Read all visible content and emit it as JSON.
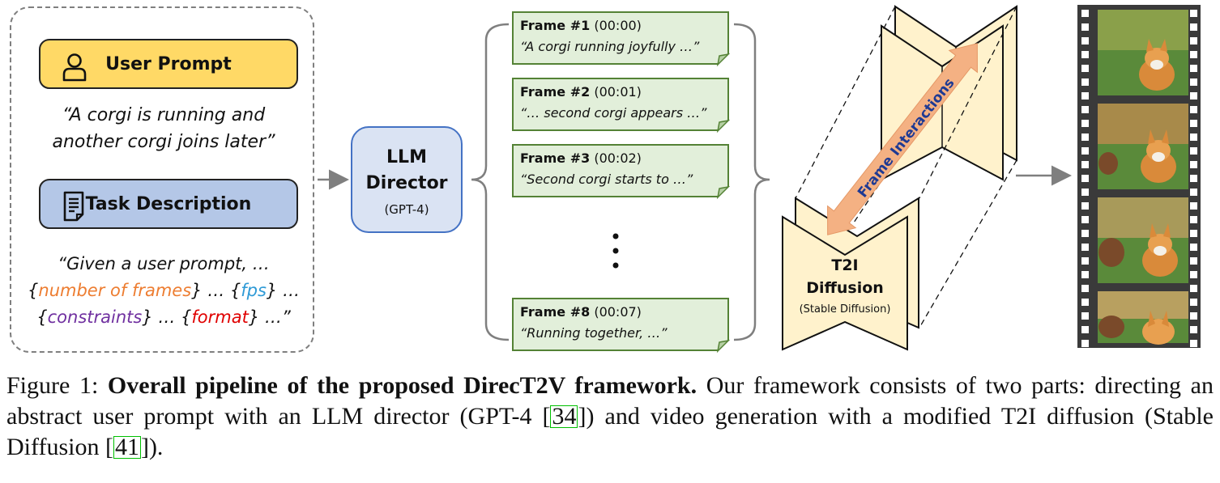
{
  "left_panel": {
    "user_prompt_label": "User Prompt",
    "user_prompt_quote_line1": "“A corgi is running and",
    "user_prompt_quote_line2": "another corgi joins later”",
    "task_description_label": "Task Description",
    "task_quote_line1": "“Given a user prompt, …",
    "task_quote_line2": {
      "open": "{",
      "number_of_frames": "number of frames",
      "mid1": "} … {",
      "fps": "fps",
      "end": "} …"
    },
    "task_quote_line3": {
      "open": "{",
      "constraints": "constraints",
      "mid": "} … {",
      "format": "format",
      "end": "} …”"
    }
  },
  "llm_director": {
    "title_line1": "LLM",
    "title_line2": "Director",
    "subtitle": "(GPT-4)"
  },
  "frames": [
    {
      "label": "Frame #1",
      "time": "(00:00)",
      "text": "“A corgi running joyfully …”"
    },
    {
      "label": "Frame #2",
      "time": "(00:01)",
      "text": "“… second corgi appears …”"
    },
    {
      "label": "Frame #3",
      "time": "(00:02)",
      "text": "“Second corgi starts to …”"
    },
    {
      "label": "Frame #8",
      "time": "(00:07)",
      "text": "“Running together, …”"
    }
  ],
  "diffusion": {
    "frame_interactions_label": "Frame Interactions",
    "title_line1": "T2I",
    "title_line2": "Diffusion",
    "subtitle": "(Stable Diffusion)"
  },
  "caption": {
    "prefix": "Figure 1: ",
    "bold": "Overall pipeline of the proposed DirecT2V framework.",
    "text1": " Our framework consists of two parts: directing an abstract user prompt with an LLM director (GPT-4 [",
    "cite1": "34",
    "text2": "]) and video generation with a modified T2I diffusion (Stable Diffusion [",
    "cite2": "41",
    "text3": "])."
  },
  "colors": {
    "user_prompt_fill": "#ffd966",
    "task_fill": "#b4c7e7",
    "frame_fill": "#e2efda",
    "frame_border": "#548235",
    "llm_fill": "#dae3f3",
    "llm_border": "#4472c4",
    "panel_fill": "#fff2cc",
    "arrow_fill": "#f4b183",
    "number_of_frames": "#ed7d31",
    "fps": "#2e9ad6",
    "constraints": "#7030a0",
    "format": "#e00000",
    "citation_box": "#00c000"
  }
}
